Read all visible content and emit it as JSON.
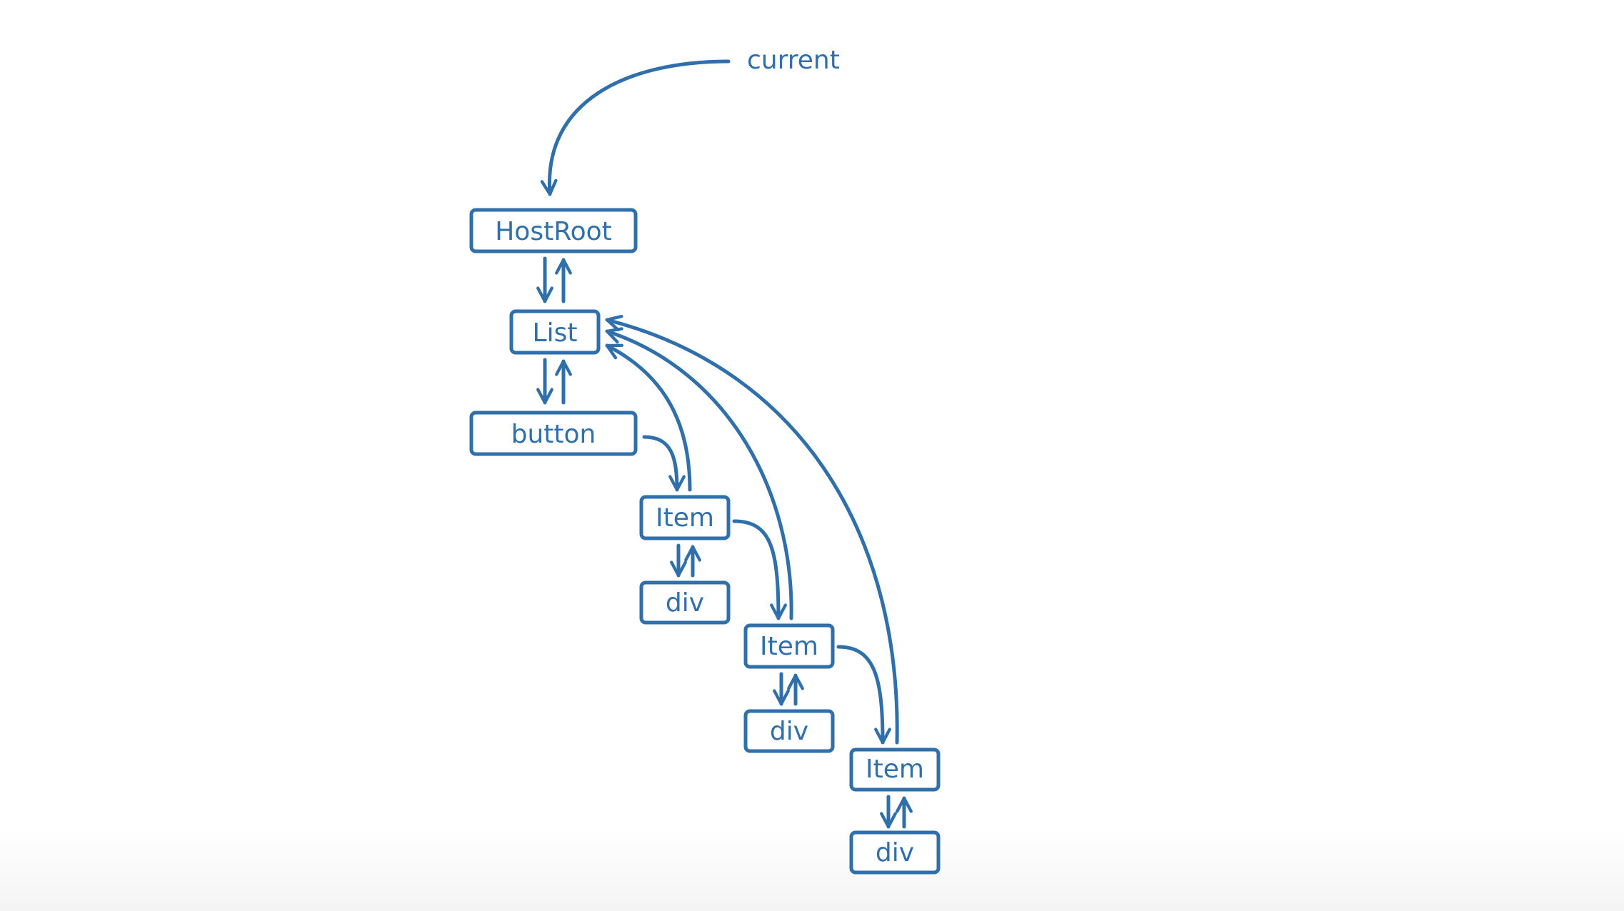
{
  "labels": {
    "current": "current"
  },
  "nodes": {
    "hostroot": "HostRoot",
    "list": "List",
    "button": "button",
    "item1": "Item",
    "div1": "div",
    "item2": "Item",
    "div2": "div",
    "item3": "Item",
    "div3": "div"
  },
  "colors": {
    "stroke": "#2f6fab",
    "background": "#ffffff"
  }
}
